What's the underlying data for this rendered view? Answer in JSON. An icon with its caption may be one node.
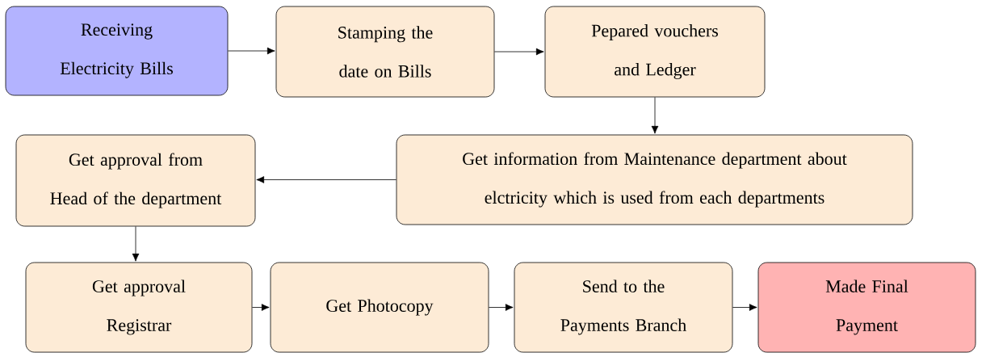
{
  "diagram": {
    "nodes": [
      {
        "text": [
          "Receiving Electricity Bills"
        ]
      },
      {
        "text": [
          "Stamping the date on Bills"
        ]
      },
      {
        "text": [
          "Pepared vouchers and Ledger"
        ]
      },
      {
        "text": [
          "Get information from Maintenance department about elctricity which is used from each departments"
        ]
      },
      {
        "text": [
          "Get approval from Head of the department"
        ]
      },
      {
        "text": [
          "Get approval Registrar"
        ]
      },
      {
        "text": [
          "Get Photocopy"
        ]
      },
      {
        "text": [
          "Send to the Payments Branch"
        ]
      },
      {
        "text": [
          "Made Final Payment"
        ]
      }
    ],
    "edges": [
      {
        "from": 0,
        "to": 1,
        "arrow": "to"
      },
      {
        "from": 1,
        "to": 2,
        "arrow": "to"
      },
      {
        "from": 2,
        "to": 3,
        "arrow": "to"
      },
      {
        "from": 3,
        "to": 4,
        "arrow": "to"
      },
      {
        "from": 4,
        "to": 5,
        "arrow": "to"
      },
      {
        "from": 5,
        "to": 6,
        "arrow": "to"
      },
      {
        "from": 6,
        "to": 7,
        "arrow": "to"
      },
      {
        "from": 7,
        "to": 8,
        "arrow": "to"
      }
    ]
  }
}
